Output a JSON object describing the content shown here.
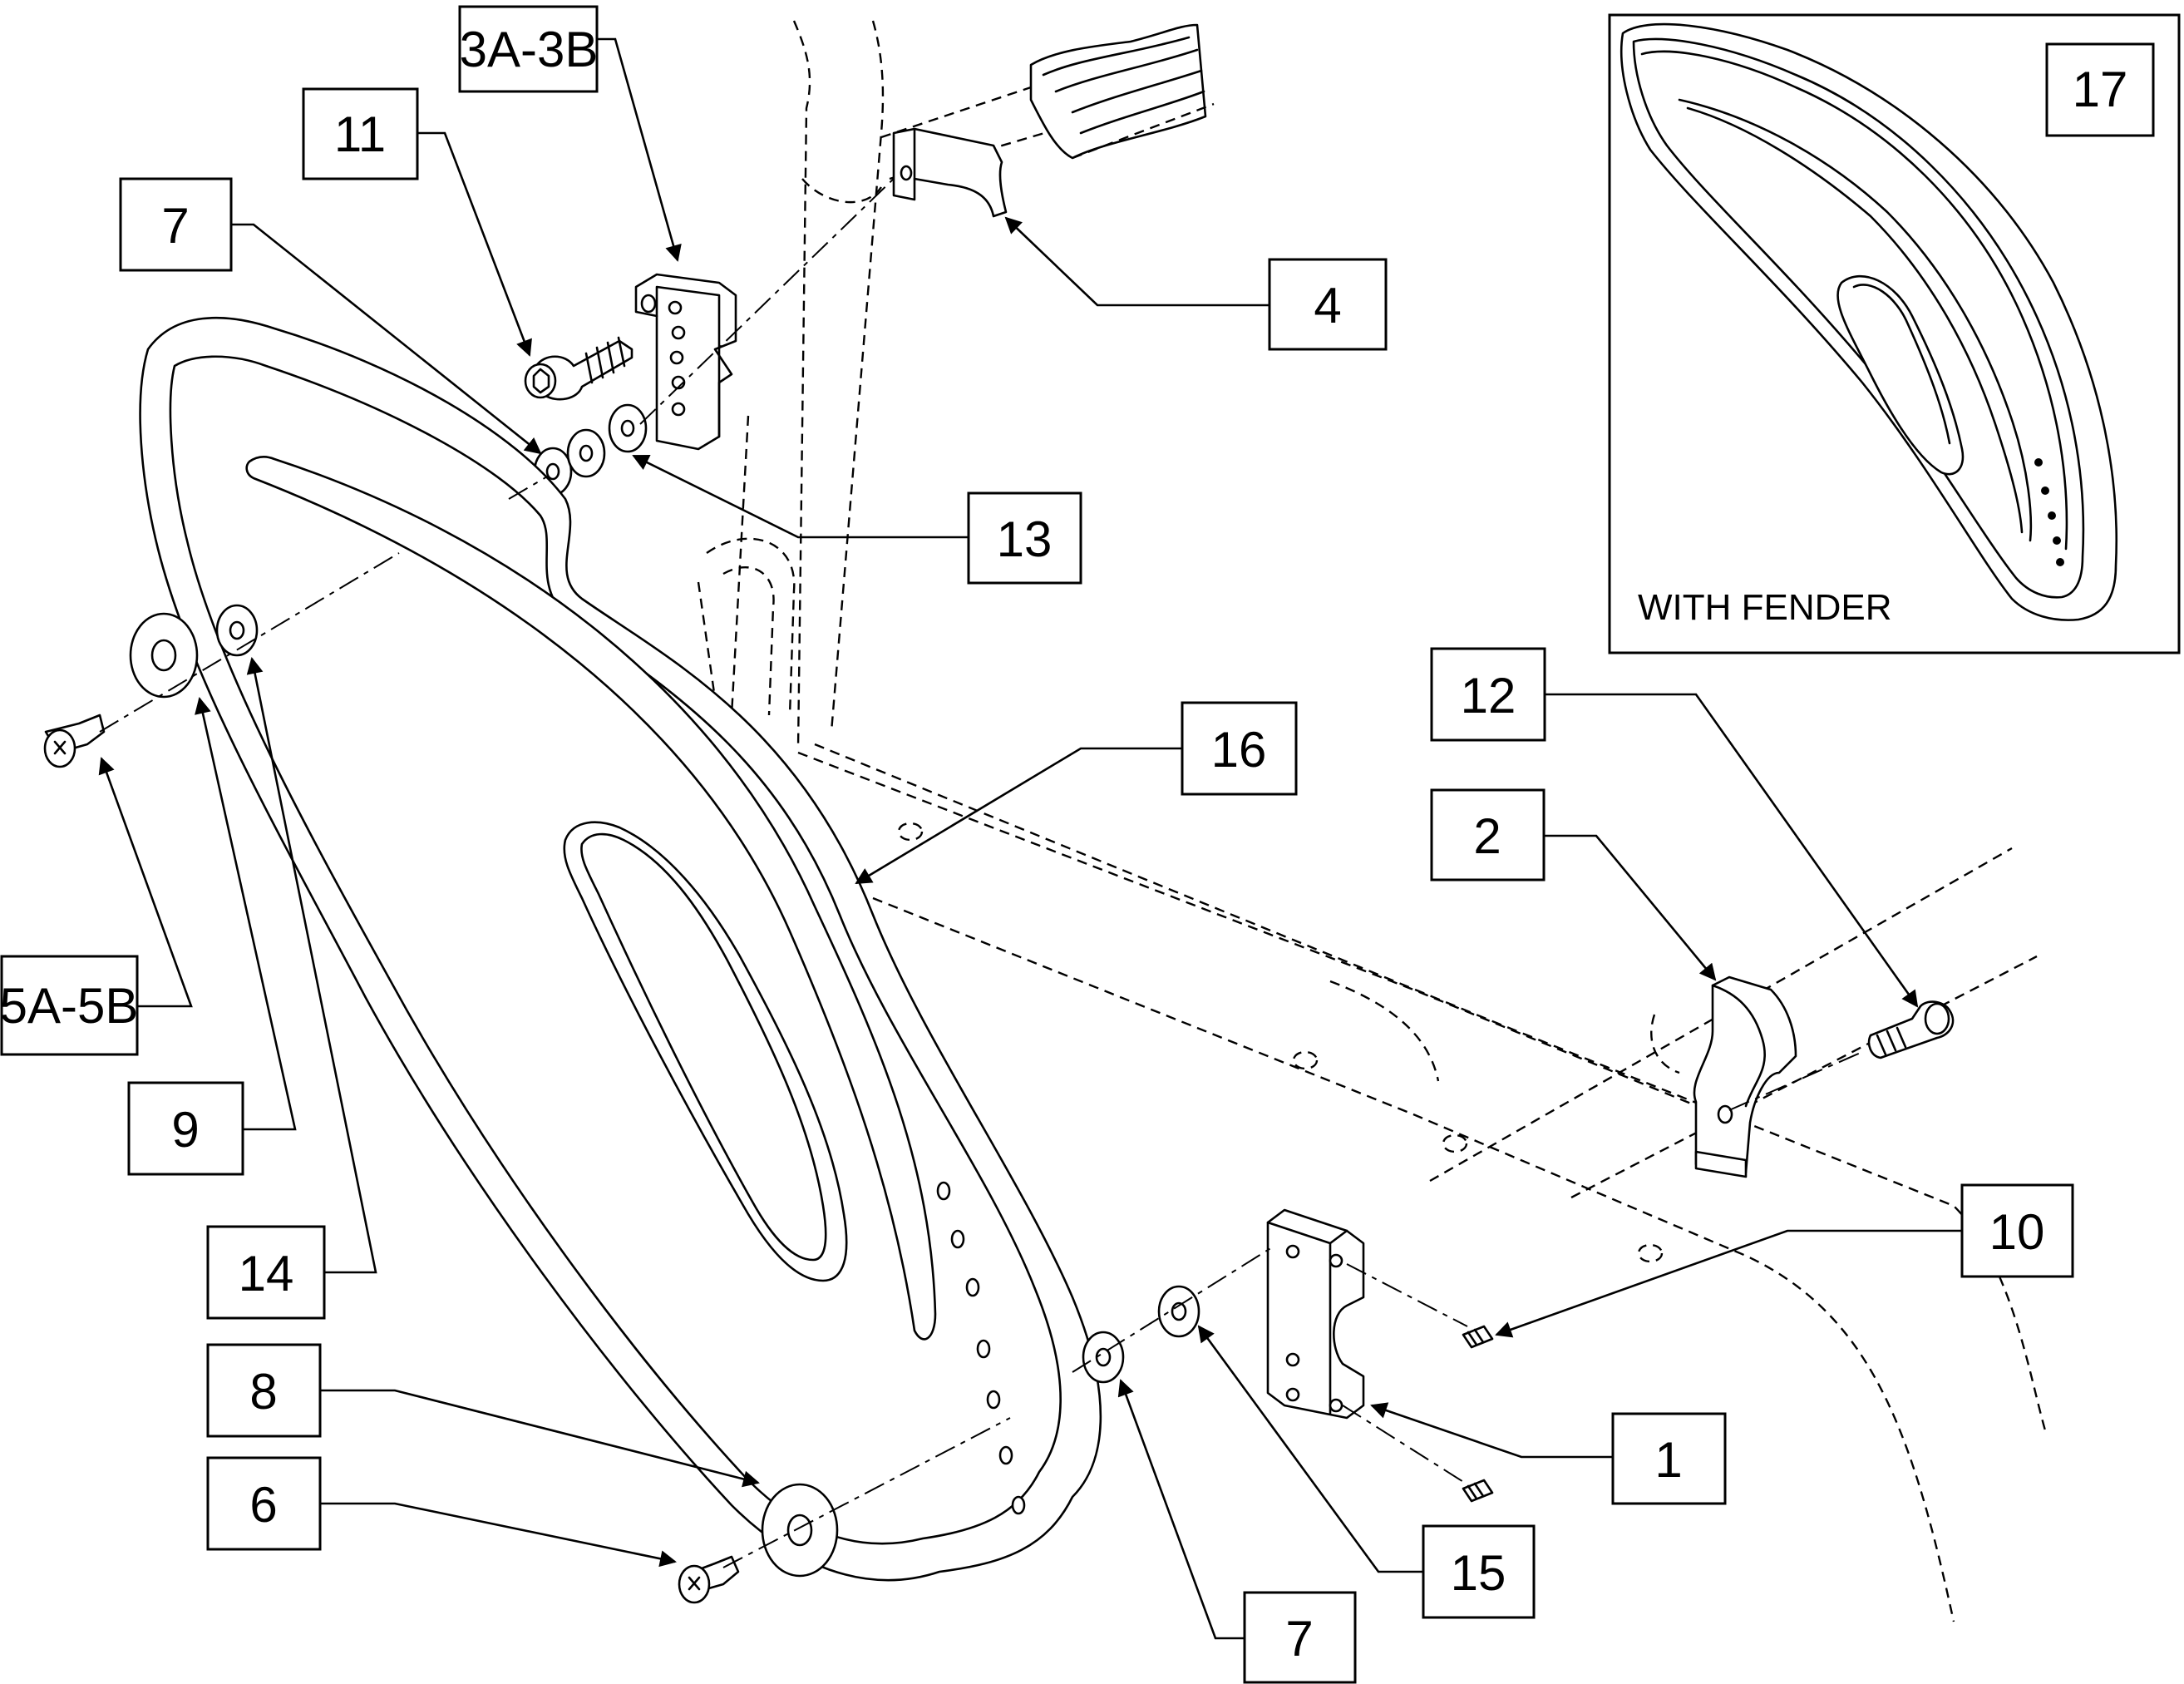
{
  "labels": {
    "l1": "1",
    "l2": "2",
    "l3": "3A-3B",
    "l4": "4",
    "l5": "5A-5B",
    "l6": "6",
    "l7a": "7",
    "l7b": "7",
    "l8": "8",
    "l9": "9",
    "l10": "10",
    "l11": "11",
    "l12": "12",
    "l13": "13",
    "l14": "14",
    "l15": "15",
    "l16": "16",
    "l17": "17"
  },
  "inset": {
    "caption": "WITH FENDER"
  },
  "colors": {
    "line": "#000000",
    "background": "#ffffff"
  }
}
